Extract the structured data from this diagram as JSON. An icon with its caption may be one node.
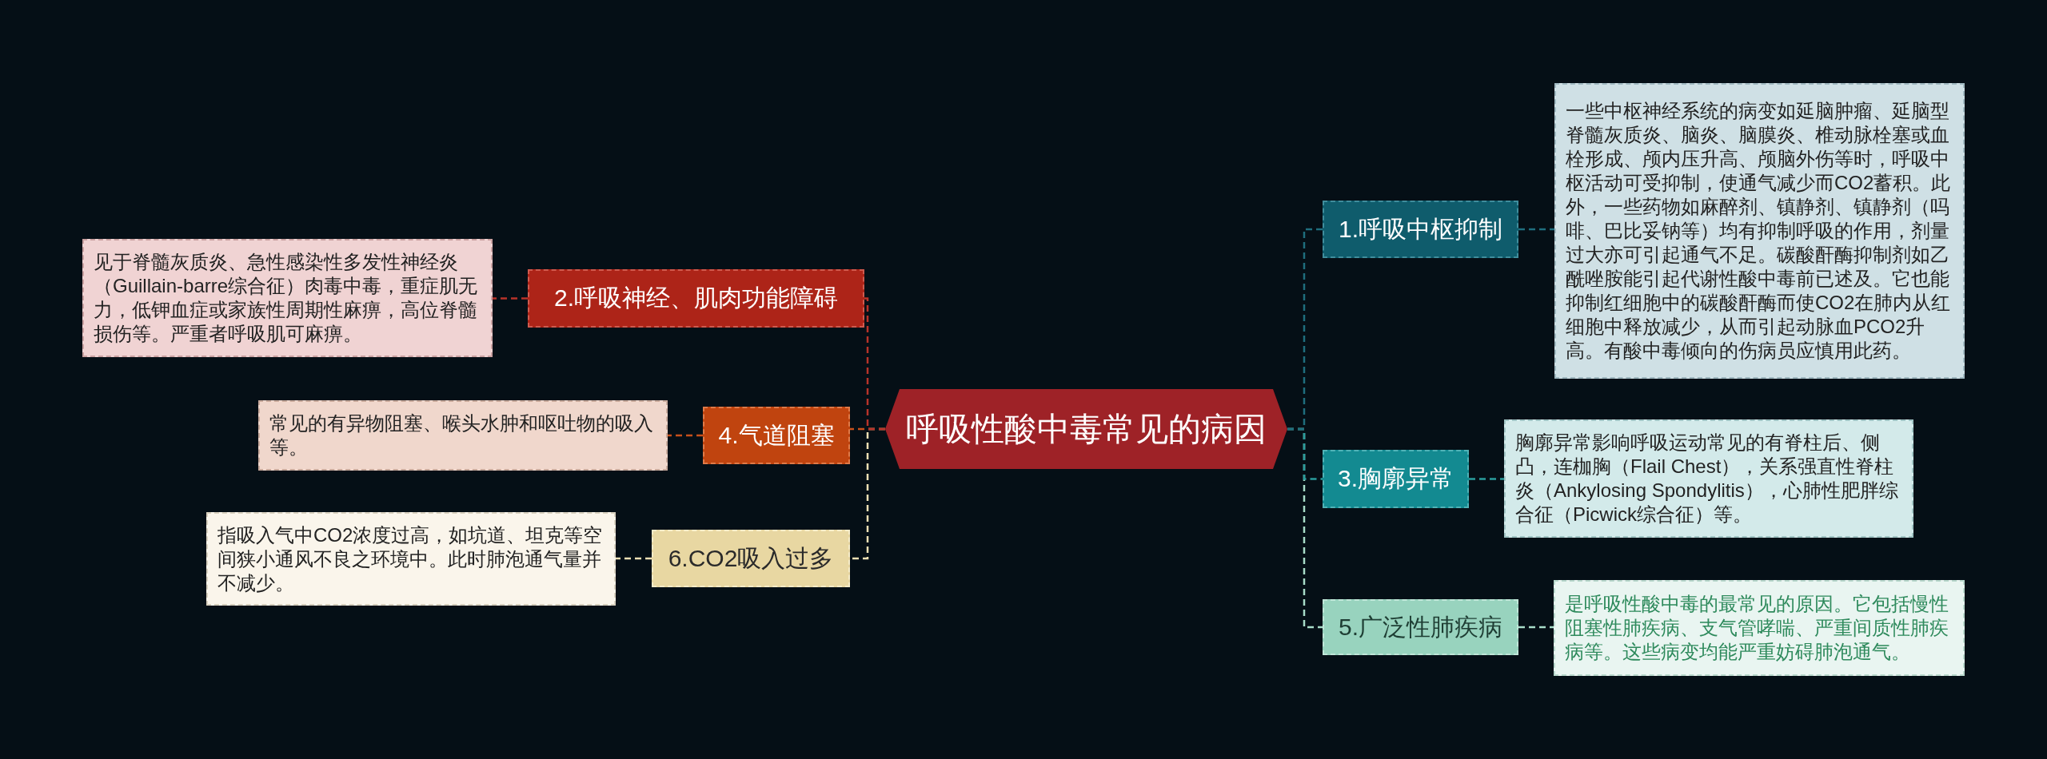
{
  "diagram": {
    "nodes": [
      {
        "text": [
          "呼吸性酸中毒常见的病因"
        ]
      },
      {
        "text": [
          "1.呼吸中枢抑制"
        ]
      },
      {
        "text": [
          "一些中枢神经系统的病变如延脑肿瘤、延脑型脊髓灰质炎、脑炎、脑膜炎、椎动脉栓塞或血栓形成、颅内压升高、颅脑外伤等时，呼吸中枢活动可受抑制，使通气减少而CO2蓄积。此外，一些药物如麻醉剂、镇静剂、镇静剂（吗啡、巴比妥钠等）均有抑制呼吸的作用，剂量过大亦可引起通气不足。碳酸酐酶抑制剂如乙酰唑胺能引起代谢性酸中毒前已述及。它也能抑制红细胞中的碳酸酐酶而使CO2在肺内从红细胞中释放减少，从而引起动脉血PCO2升高。有酸中毒倾向的伤病员应慎用此药。"
        ]
      },
      {
        "text": [
          "2.呼吸神经、肌肉功能障碍"
        ]
      },
      {
        "text": [
          "见于脊髓灰质炎、急性感染性多发性神经炎（Guillain-barre综合征）肉毒中毒，重症肌无力，低钾血症或家族性周期性麻痹，高位脊髓损伤等。严重者呼吸肌可麻痹。"
        ]
      },
      {
        "text": [
          "3.胸廓异常"
        ]
      },
      {
        "text": [
          "胸廓异常影响呼吸运动常见的有脊柱后、侧凸，连枷胸（Flail Chest），关系强直性脊柱炎（Ankylosing Spondylitis），心肺性肥胖综合征（Picwick综合征）等。"
        ]
      },
      {
        "text": [
          "4.气道阻塞"
        ]
      },
      {
        "text": [
          "常见的有异物阻塞、喉头水肿和呕吐物的吸入等。"
        ]
      },
      {
        "text": [
          "5.广泛性肺疾病"
        ]
      },
      {
        "text": [
          "是呼吸性酸中毒的最常见的原因。它包括慢性阻塞性肺疾病、支气管哮喘、严重间质性肺疾病等。这些病变均能严重妨碍肺泡通气。"
        ]
      },
      {
        "text": [
          "6.CO2吸入过多"
        ]
      },
      {
        "text": [
          "指吸入气中CO2浓度过高，如坑道、坦克等空间狭小通风不良之环境中。此时肺泡通气量并不减少。"
        ]
      }
    ],
    "edges": [
      {
        "from": 0,
        "to": 1,
        "arrow": "none",
        "style": "dashed",
        "color": "#1f6e7e"
      },
      {
        "from": 1,
        "to": 2,
        "arrow": "none",
        "style": "dashed",
        "color": "#1f6e7e"
      },
      {
        "from": 0,
        "to": 3,
        "arrow": "none",
        "style": "dashed",
        "color": "#b8332a"
      },
      {
        "from": 3,
        "to": 4,
        "arrow": "none",
        "style": "dashed",
        "color": "#b8332a"
      },
      {
        "from": 0,
        "to": 5,
        "arrow": "none",
        "style": "dashed",
        "color": "#2a9d9d"
      },
      {
        "from": 5,
        "to": 6,
        "arrow": "none",
        "style": "dashed",
        "color": "#2a9d9d"
      },
      {
        "from": 0,
        "to": 7,
        "arrow": "none",
        "style": "dashed",
        "color": "#c8501c"
      },
      {
        "from": 7,
        "to": 8,
        "arrow": "none",
        "style": "dashed",
        "color": "#c8501c"
      },
      {
        "from": 0,
        "to": 9,
        "arrow": "none",
        "style": "dashed",
        "color": "#a8dcc8"
      },
      {
        "from": 9,
        "to": 10,
        "arrow": "none",
        "style": "dashed",
        "color": "#a8dcc8"
      },
      {
        "from": 0,
        "to": 11,
        "arrow": "none",
        "style": "dashed",
        "color": "#efe0b4"
      },
      {
        "from": 11,
        "to": 12,
        "arrow": "none",
        "style": "dashed",
        "color": "#efe0b4"
      }
    ]
  }
}
